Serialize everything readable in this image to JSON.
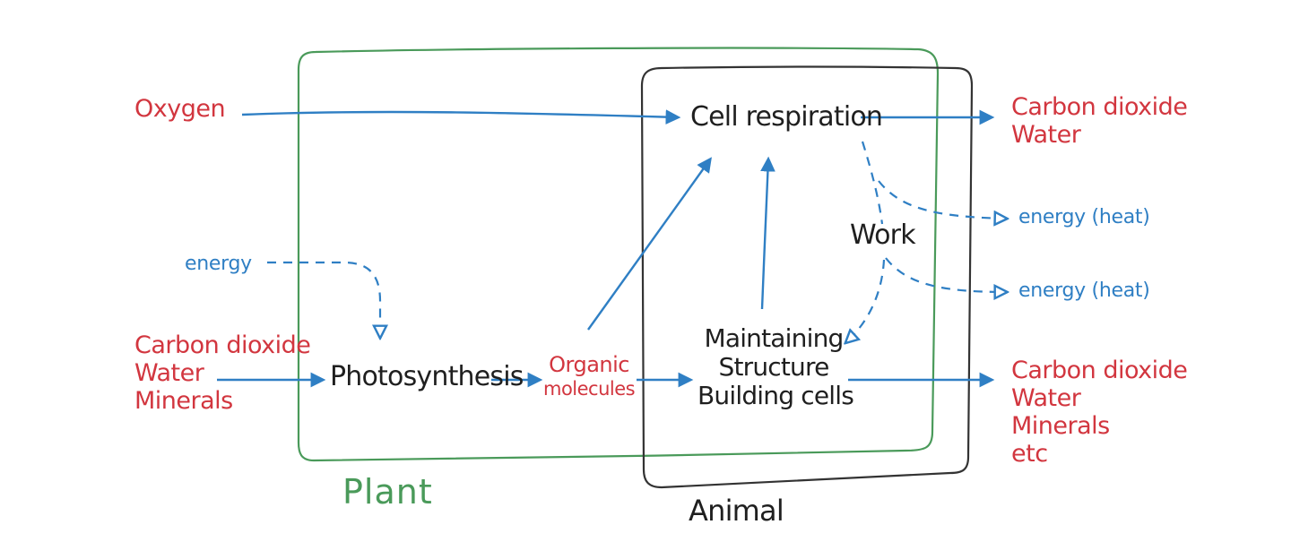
{
  "colors": {
    "input_output": "#d2363f",
    "process": "#1f1f1f",
    "energy_arrow": "#2f7fc4",
    "plant_box": "#4a9a5a",
    "animal_box": "#333333"
  },
  "labels": {
    "oxygen": "Oxygen",
    "energy_in": "energy",
    "inputs": [
      "Carbon dioxide",
      "Water",
      "Minerals"
    ],
    "photosynthesis": "Photosynthesis",
    "organic": [
      "Organic",
      "molecules"
    ],
    "cell_respiration": "Cell respiration",
    "maintaining": [
      "Maintaining",
      "Structure",
      "Building cells"
    ],
    "work": "Work",
    "resp_outputs": [
      "Carbon dioxide",
      "Water"
    ],
    "heat_1": "energy (heat)",
    "heat_2": "energy (heat)",
    "waste_outputs": [
      "Carbon dioxide",
      "Water",
      "Minerals",
      "etc"
    ],
    "plant": "Plant",
    "animal": "Animal"
  }
}
